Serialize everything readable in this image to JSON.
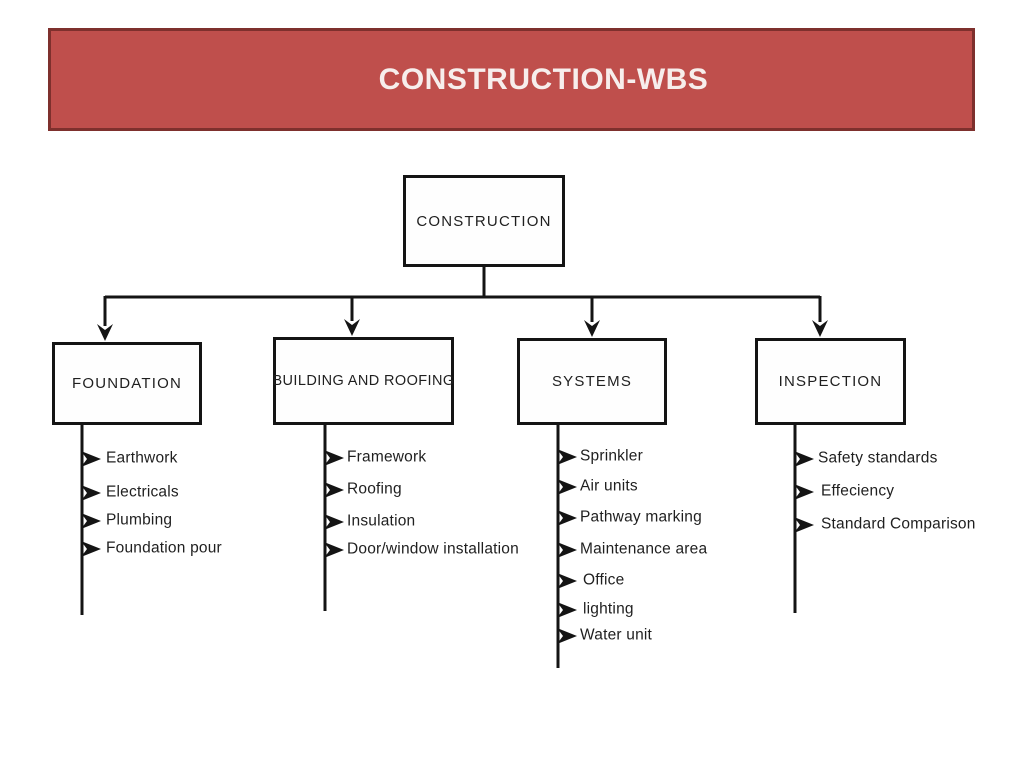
{
  "title_bar": {
    "label": "CONSTRUCTION-WBS"
  },
  "colors": {
    "title_bar_bg": "#bf4f4c",
    "title_bar_border": "#7e302d",
    "title_text": "#f7eeec",
    "line": "#141414",
    "text": "#1f1f1f",
    "box_fill": "#fefefe"
  },
  "tree": {
    "root": {
      "label": "CONSTRUCTION"
    },
    "branches": [
      {
        "label": "FOUNDATION",
        "items": [
          "Earthwork",
          "Electricals",
          "Plumbing",
          "Foundation pour"
        ]
      },
      {
        "label": "BUILDING AND ROOFING",
        "items": [
          "Framework",
          "Roofing",
          "Insulation",
          "Door/window installation"
        ]
      },
      {
        "label": "SYSTEMS",
        "items": [
          "Sprinkler",
          "Air units",
          "Pathway marking",
          "Maintenance area",
          "Office",
          "lighting",
          "Water unit"
        ]
      },
      {
        "label": "INSPECTION",
        "items": [
          "Safety standards",
          "Effeciency",
          "Standard Comparison"
        ]
      }
    ]
  }
}
